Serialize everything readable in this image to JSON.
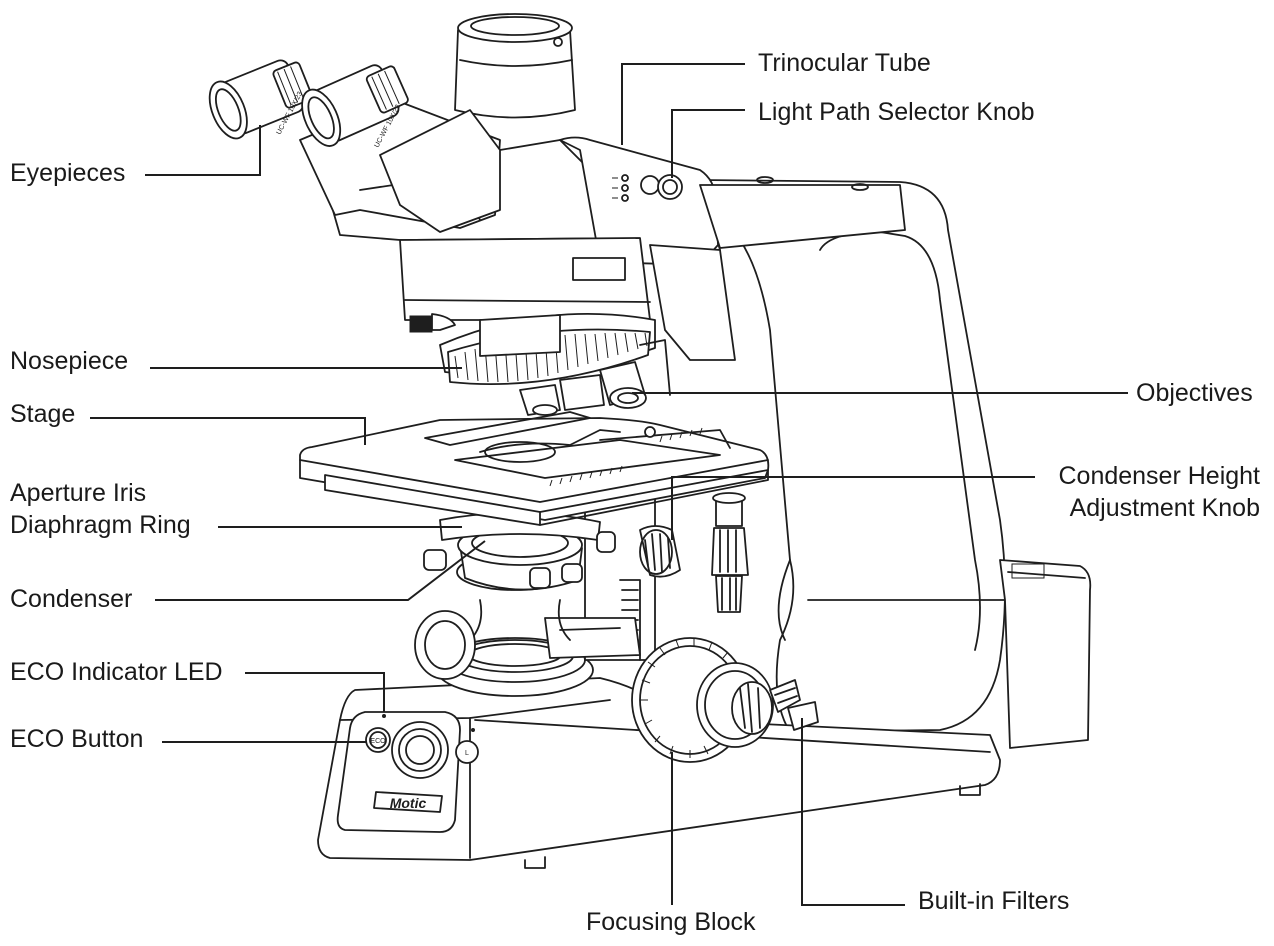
{
  "labels": {
    "eyepieces": "Eyepieces",
    "trinocular_tube": "Trinocular Tube",
    "light_path_selector_knob": "Light Path Selector Knob",
    "nosepiece": "Nosepiece",
    "stage": "Stage",
    "objectives": "Objectives",
    "aperture_iris_line1": "Aperture Iris",
    "aperture_iris_line2": "Diaphragm Ring",
    "condenser_height_line1": "Condenser Height",
    "condenser_height_line2": "Adjustment Knob",
    "condenser": "Condenser",
    "eco_indicator_led": "ECO Indicator LED",
    "eco_button": "ECO Button",
    "focusing_block": "Focusing Block",
    "built_in_filters": "Built-in Filters"
  },
  "device": {
    "brand": "Motic",
    "eco_button_text": "ECO",
    "light_button_text": "L",
    "eyepiece_marking": "UC-WF 10X/23"
  },
  "colors": {
    "line": "#1e1e1e",
    "background": "#ffffff"
  }
}
